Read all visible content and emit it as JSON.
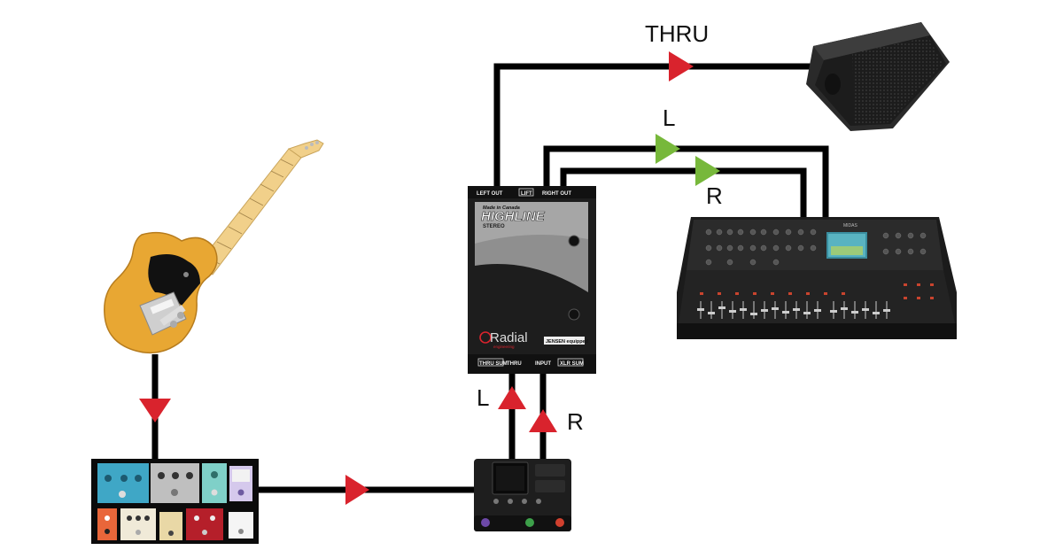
{
  "labels": {
    "thru": "THRU",
    "left": "L",
    "right": "R",
    "left_lower": "L",
    "right_lower": "R"
  },
  "di_box": {
    "brand": "Radial",
    "brand_sub": "engineering",
    "model": "HIGHLINE",
    "model_sub": "STEREO",
    "made_in": "Made in Canada",
    "left_out": "LEFT OUT",
    "lift": "LIFT",
    "right_out": "RIGHT OUT",
    "thru_sum": "THRU SUM",
    "thru": "THRU",
    "input": "INPUT",
    "xlr_sum": "XLR SUM",
    "badge": "JENSEN equipped"
  },
  "mixer": {
    "brand": "MIDAS"
  },
  "colors": {
    "cable": "#000000",
    "arrow_red": "#d9232d",
    "arrow_green": "#77b83b",
    "guitar_body": "#e8a733",
    "neck": "#f1d08a"
  }
}
